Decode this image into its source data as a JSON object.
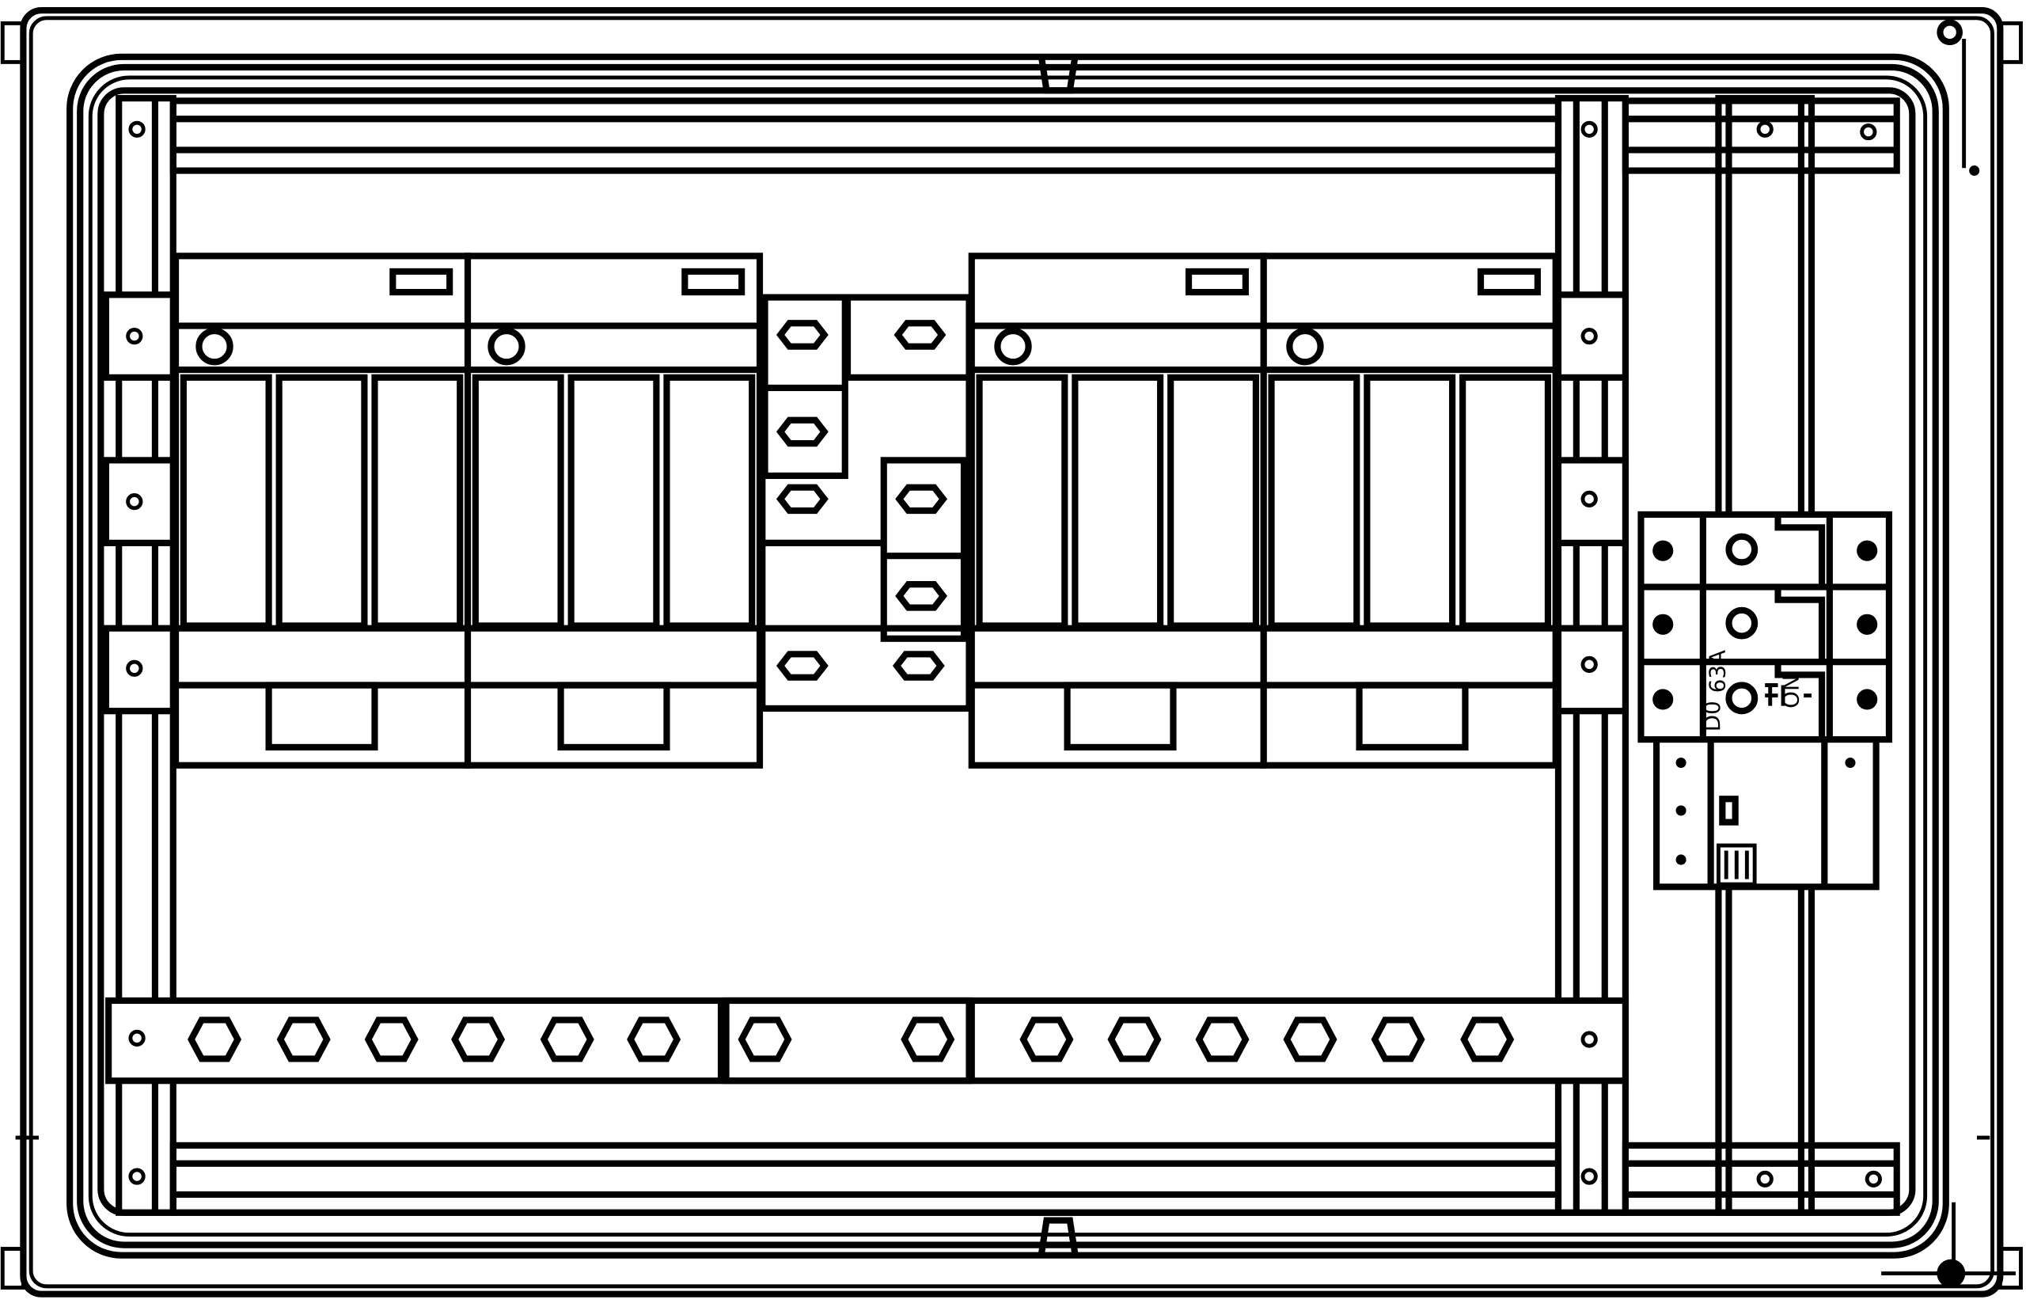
{
  "diagram": {
    "breaker_rating": "63A",
    "breaker_code": "D0",
    "switch_state": "ON"
  }
}
